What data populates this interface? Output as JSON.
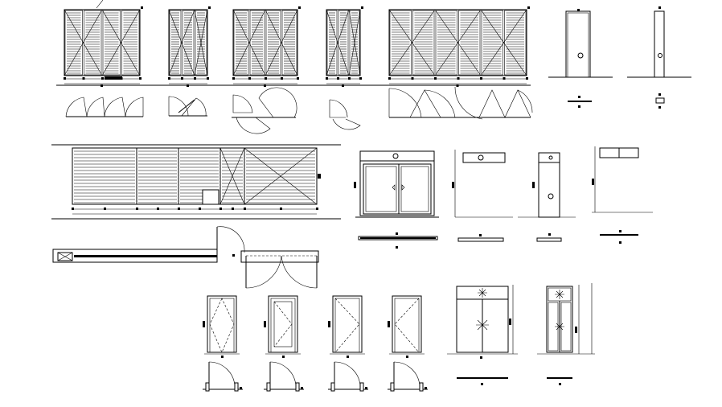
{
  "drawing": {
    "kind": "cad-door-elevations-and-plans",
    "groups": [
      "louvered-folding-doors-row",
      "single-panel-doors-with-knob",
      "large-louvered-partition",
      "glazed-sliding-doors",
      "plan-wall-with-doors",
      "hinged-doors-with-diagonal-swing-marks",
      "double-doors-with-transom"
    ]
  }
}
